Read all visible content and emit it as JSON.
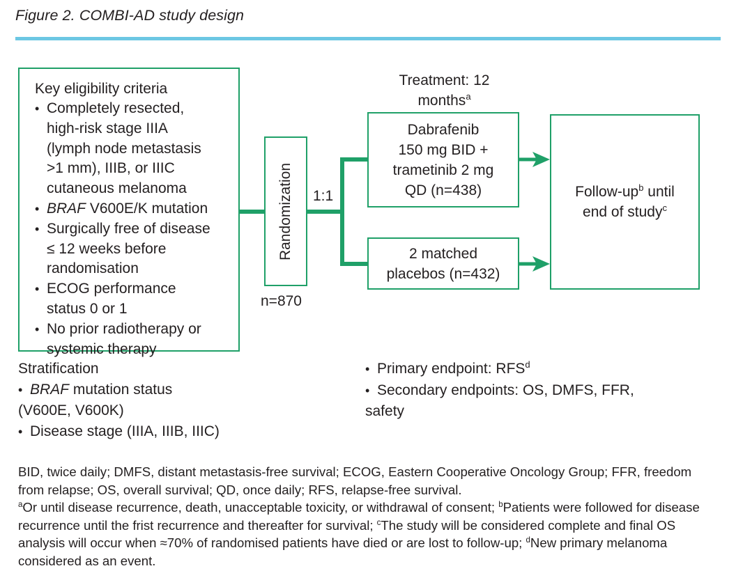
{
  "figure": {
    "title": "Figure 2. COMBI-AD study design",
    "rule_color": "#6cc7e3",
    "accent_color": "#1fa068"
  },
  "criteria": {
    "heading": "Key eligibility criteria",
    "items": [
      "Completely resected, high-risk stage IIIA (lymph node metastasis >1 mm), IIIB, or IIIC cutaneous melanoma",
      "BRAF V600E/K mutation",
      "Surgically free of disease ≤ 12 weeks before randomisation",
      "ECOG performance status 0 or 1",
      "No prior radiotherapy or systemic therapy"
    ],
    "item1_lines": [
      "Completely resected,",
      "high-risk stage IIIA",
      "(lymph node metastasis",
      ">1 mm), IIIB, or IIIC",
      "cutaneous melanoma"
    ],
    "item2_italic": "BRAF",
    "item2_rest": " V600E/K mutation",
    "item3_lines": [
      "Surgically free of disease",
      "≤ 12 weeks before",
      "randomisation"
    ],
    "item4_lines": [
      "ECOG performance",
      "status 0 or 1"
    ],
    "item5_lines": [
      "No prior radiotherapy or",
      "systemic therapy"
    ]
  },
  "randomization": {
    "label": "Randomization",
    "n_label": "n=870",
    "ratio": "1:1"
  },
  "treatment": {
    "caption_line1": "Treatment: 12",
    "caption_line2": "months",
    "caption_sup": "a"
  },
  "arms": [
    {
      "name": "dabrafenib-trametinib",
      "lines": [
        "Dabrafenib",
        "150 mg BID +",
        "trametinib 2 mg",
        "QD (n=438)"
      ]
    },
    {
      "name": "matched-placebos",
      "lines": [
        "2 matched",
        "placebos (n=432)"
      ]
    }
  ],
  "followup": {
    "line1_pre": "Follow-up",
    "line1_sup": "b",
    "line1_post": " until",
    "line2_pre": "end of study",
    "line2_sup": "c"
  },
  "stratification": {
    "heading": "Stratification",
    "line_bullet1": "BRAF mutation status",
    "line_bullet1_italic": "BRAF",
    "line_bullet1_rest": " mutation status",
    "line_cont": "(V600E, V600K)",
    "line_bullet2": "Disease stage (IIIA, IIIB, IIIC)"
  },
  "endpoints": {
    "primary_pre": "Primary endpoint: RFS",
    "primary_sup": "d",
    "secondary_line1": "Secondary endpoints: OS, DMFS, FFR,",
    "secondary_line2": "safety"
  },
  "footnotes": {
    "abbreviations": "BID, twice daily; DMFS, distant metastasis-free survival; ECOG, Eastern Cooperative Oncology Group; FFR, freedom from relapse; OS, overall survival; QD, once daily; RFS, relapse-free survival.",
    "note_a_marker": "a",
    "note_a": "Or until disease recurrence, death, unacceptable toxicity, or withdrawal of consent; ",
    "note_b_marker": "b",
    "note_b": "Patients were followed for disease recurrence until the frist recurrence and thereafter for survival; ",
    "note_c_marker": "c",
    "note_c": "The study will be considered complete and final OS analysis will occur when ≈70% of randomised patients have died or are lost to follow-up; ",
    "note_d_marker": "d",
    "note_d": "New primary melanoma considered as an event."
  }
}
